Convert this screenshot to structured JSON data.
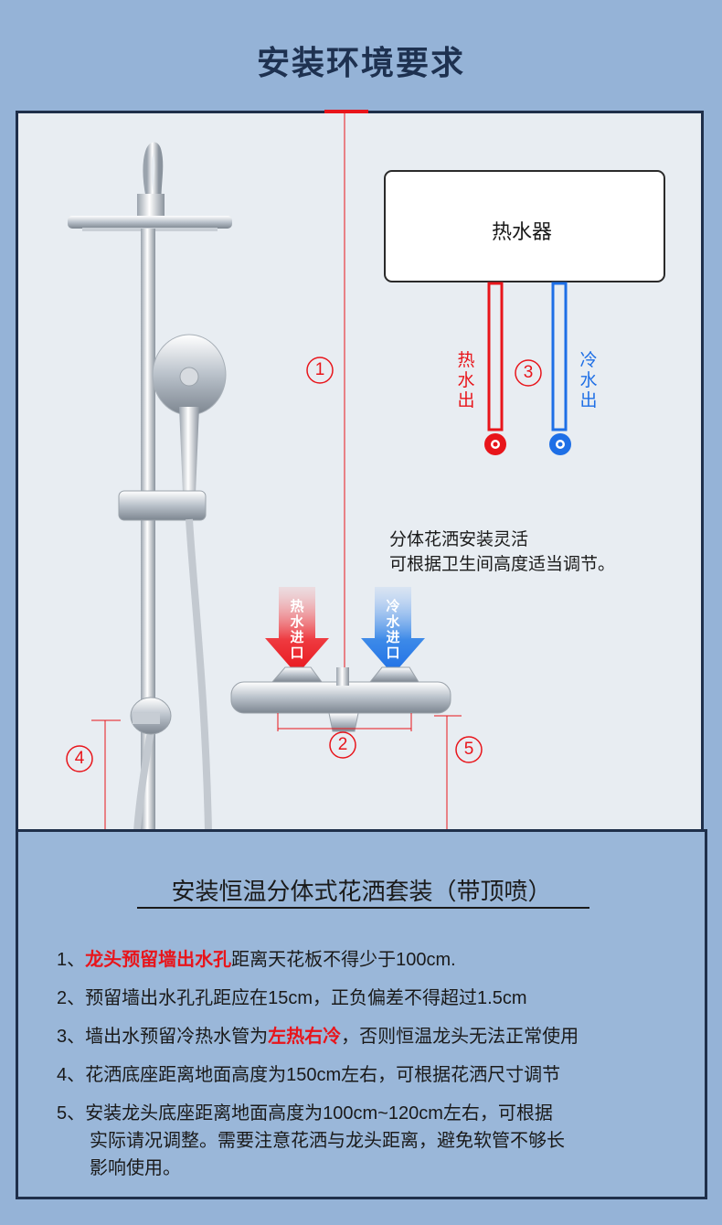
{
  "header": {
    "title": "安装环境要求"
  },
  "diagram": {
    "heater_label": "热水器",
    "hot_out": "热水出",
    "cold_out": "冷水出",
    "hot_in": "热水进口",
    "cold_in": "冷水进口",
    "note_line1": "分体花洒安装灵活",
    "note_line2": "可根据卫生间高度适当调节。",
    "markers": [
      "1",
      "2",
      "3",
      "4",
      "5"
    ],
    "colors": {
      "hot": "#e8151b",
      "cold": "#1e6fe6",
      "marker": "#e8151b"
    }
  },
  "info": {
    "title": "安装恒温分体式花洒套装（带顶喷）",
    "items": [
      {
        "prefix": "1、",
        "highlight": "龙头预留墙出水孔",
        "text": "距离天花板不得少于100cm."
      },
      {
        "prefix": "2、",
        "text": "预留墙出水孔孔距应在15cm，正负偏差不得超过1.5cm"
      },
      {
        "prefix": "3、",
        "text_before": "墙出水预留冷热水管为",
        "highlight": "左热右冷",
        "text_after": "，否则恒温龙头无法正常使用"
      },
      {
        "prefix": "4、",
        "text": "花洒底座距离地面高度为150cm左右，可根据花洒尺寸调节"
      },
      {
        "prefix": "5、",
        "text": "安装龙头底座距离地面高度为100cm~120cm左右，可根据",
        "text_cont1": "实际请况调整。需要注意花洒与龙头距离，避免软管不够长",
        "text_cont2": "影响使用。"
      }
    ]
  }
}
